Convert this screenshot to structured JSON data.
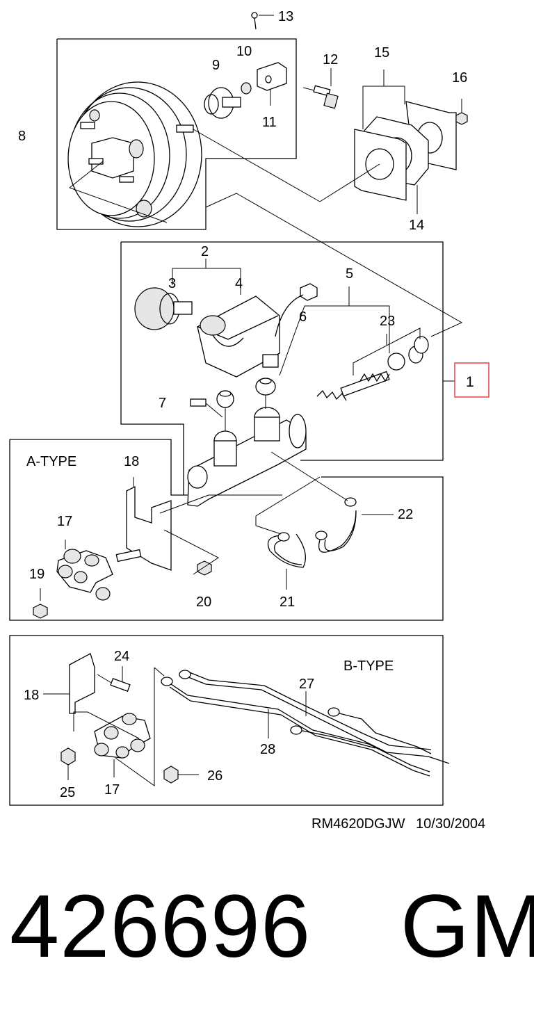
{
  "callouts": {
    "c1": "1",
    "c2": "2",
    "c3": "3",
    "c4": "4",
    "c5": "5",
    "c6": "6",
    "c7": "7",
    "c8": "8",
    "c9": "9",
    "c10": "10",
    "c11": "11",
    "c12": "12",
    "c13": "13",
    "c14": "14",
    "c15": "15",
    "c16": "16",
    "c17a": "17",
    "c18a": "18",
    "c19": "19",
    "c20": "20",
    "c21": "21",
    "c22": "22",
    "c23": "23",
    "c24": "24",
    "c25": "25",
    "c26": "26",
    "c17b": "17",
    "c18b": "18",
    "c27": "27",
    "c28": "28"
  },
  "variants": {
    "a_type": "A-TYPE",
    "b_type": "B-TYPE"
  },
  "highlight": {
    "color": "#e0474c"
  },
  "footer": {
    "drawing_code": "RM4620DGJW",
    "date": "10/30/2004"
  },
  "part": {
    "number": "426696",
    "brand": "GM"
  }
}
